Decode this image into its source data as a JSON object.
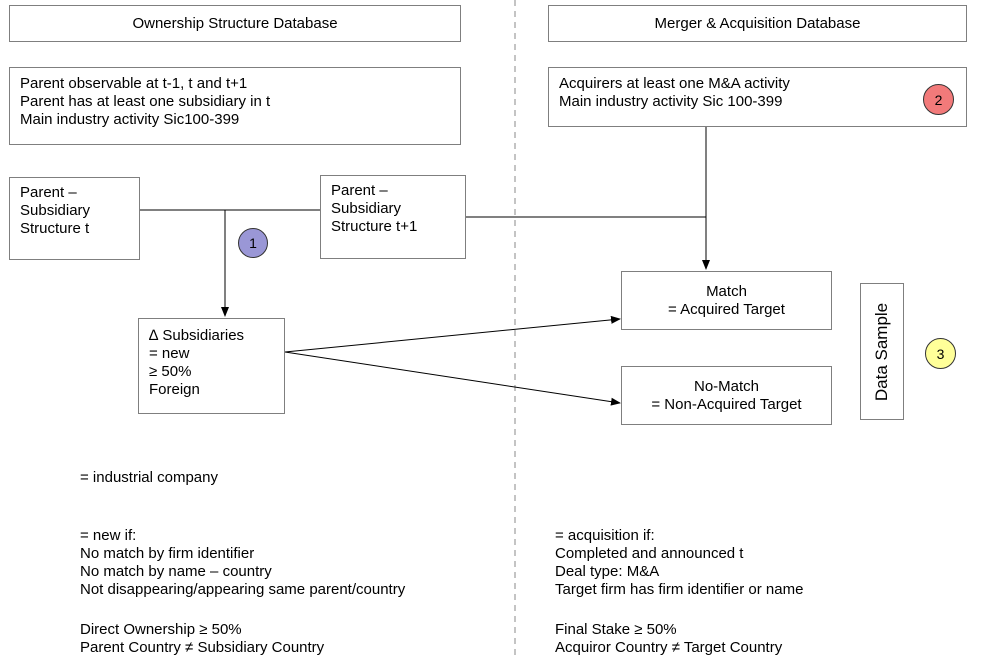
{
  "headers": {
    "ownership": "Ownership Structure Database",
    "mna": "Merger & Acquisition Database"
  },
  "ownership_criteria": [
    "Parent observable at t-1, t and t+1",
    "Parent has at least one subsidiary in t",
    "Main industry activity Sic100-399"
  ],
  "mna_criteria": [
    "Acquirers at least one M&A activity",
    "Main industry activity Sic 100-399"
  ],
  "structure_t": [
    "Parent –",
    "Subsidiary",
    "Structure t"
  ],
  "structure_t1": [
    "Parent –",
    "Subsidiary",
    "Structure t+1"
  ],
  "delta_subsidiaries": [
    "∆ Subsidiaries",
    "= new",
    "≥ 50%",
    "Foreign"
  ],
  "match": [
    "Match",
    "= Acquired Target"
  ],
  "no_match": [
    "No-Match",
    "= Non-Acquired Target"
  ],
  "data_sample": "Data Sample",
  "markers": [
    {
      "label": "1",
      "color": "#9a97d6"
    },
    {
      "label": "2",
      "color": "#f27a7a"
    },
    {
      "label": "3",
      "color": "#ffff99"
    }
  ],
  "notes_left": {
    "industrial": "= industrial company",
    "new_if": "= new if:",
    "new_conditions": [
      "No match by firm identifier",
      "No match by name – country",
      "Not disappearing/appearing same parent/country"
    ],
    "ownership_conditions": [
      "Direct Ownership ≥ 50%",
      "Parent Country ≠ Subsidiary Country"
    ]
  },
  "notes_right": {
    "acquisition_if": "= acquisition if:",
    "acquisition_conditions": [
      "Completed and announced t",
      "Deal type: M&A",
      "Target firm has firm identifier or name"
    ],
    "stake_conditions": [
      "Final Stake ≥ 50%",
      "Acquiror Country ≠ Target Country"
    ]
  }
}
